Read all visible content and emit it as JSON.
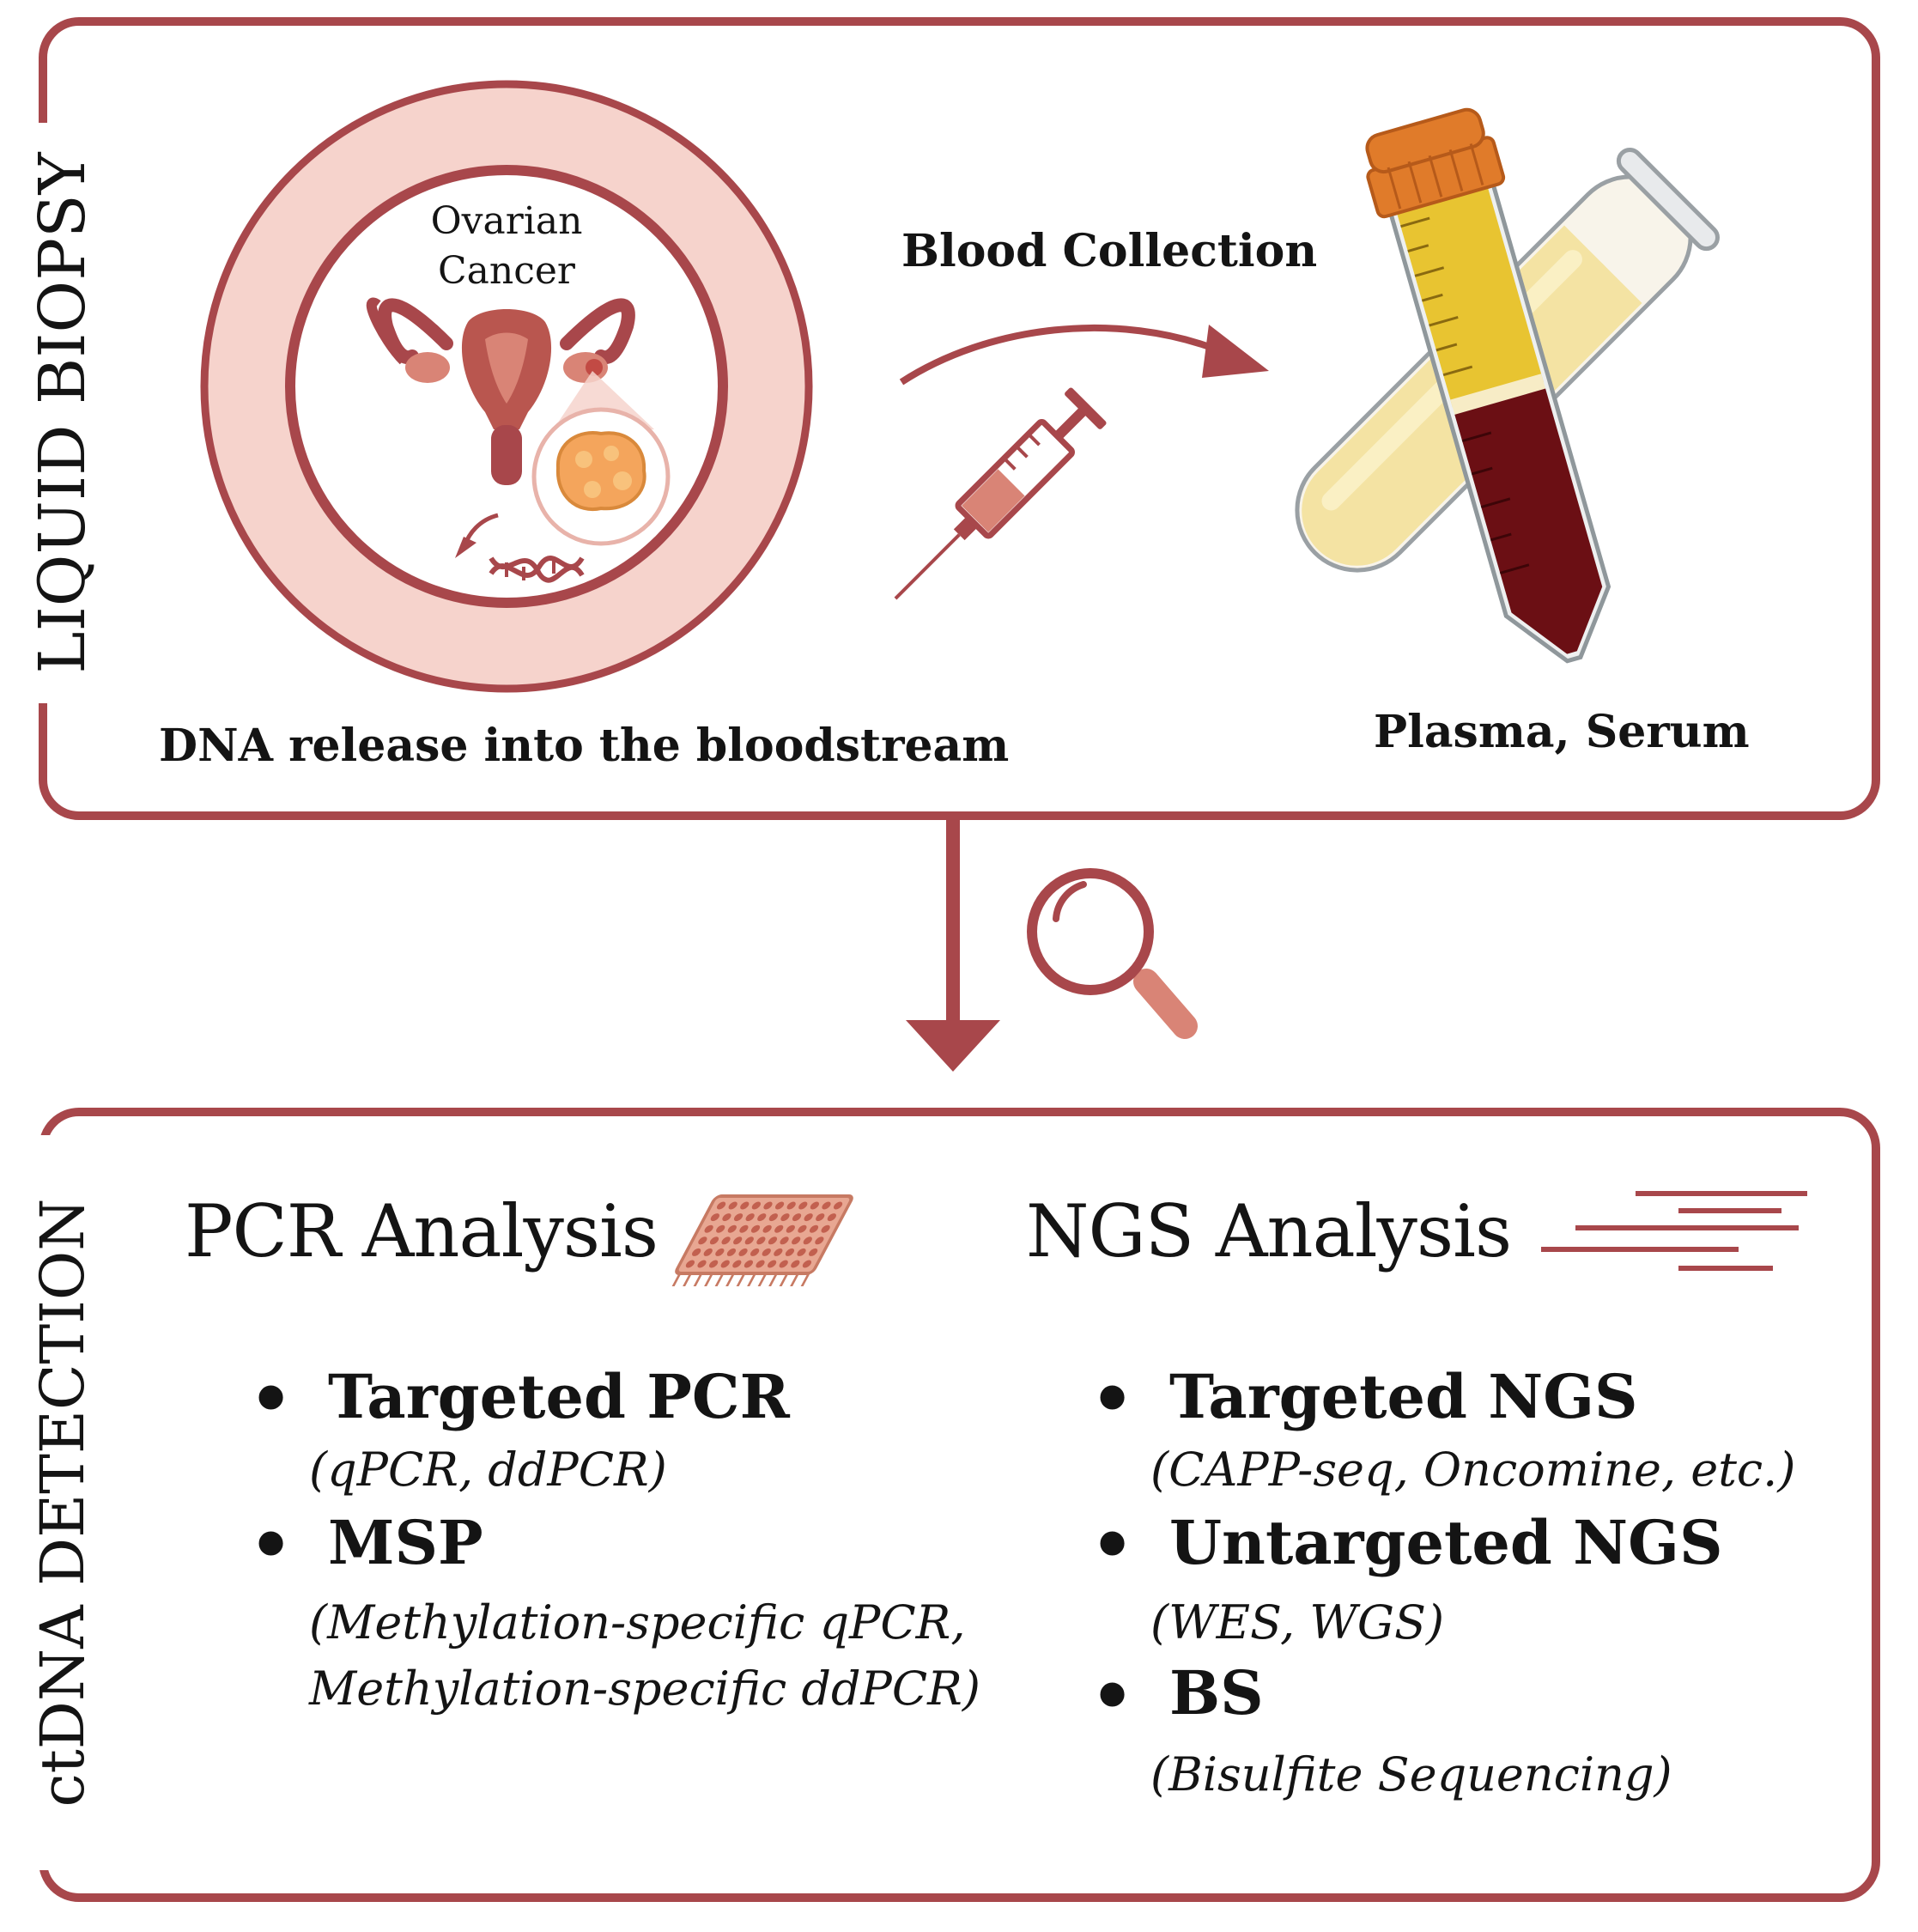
{
  "panels": {
    "liquid_biopsy": {
      "side_label": "LIQUID BIOPSY",
      "cancer_label_line1": "Ovarian",
      "cancer_label_line2": "Cancer",
      "dna_release": "DNA release into the bloodstream",
      "blood_collection": "Blood Collection",
      "sample_label": "Plasma, Serum"
    },
    "ctdna_detection": {
      "side_label": "ctDNA DETECTION",
      "pcr": {
        "heading": "PCR Analysis",
        "items": [
          {
            "bullet": "•",
            "title": "Targeted PCR",
            "detail_line1": "(qPCR, ddPCR)",
            "detail_line2": ""
          },
          {
            "bullet": "•",
            "title": "MSP",
            "detail_line1": "(Methylation-specific qPCR,",
            "detail_line2": "Methylation-specific ddPCR)"
          }
        ]
      },
      "ngs": {
        "heading": "NGS Analysis",
        "items": [
          {
            "bullet": "•",
            "title": "Targeted NGS",
            "detail_line1": "(CAPP-seq, Oncomine, etc.)"
          },
          {
            "bullet": "•",
            "title": "Untargeted NGS",
            "detail_line1": "(WES, WGS)"
          },
          {
            "bullet": "•",
            "title": "BS",
            "detail_line1": "(Bisulfite Sequencing)"
          }
        ]
      }
    }
  },
  "colors": {
    "frame": "#a8474b",
    "ring_fill": "#f6d3cc",
    "accent_light": "#d98476",
    "plasma": "#f4e3a3",
    "blood": "#6b0f14",
    "cap": "#e07b2a",
    "tube_yellow": "#e8c431"
  },
  "icons": [
    "uterus-icon",
    "tumor-icon",
    "dna-icon",
    "syringe-icon",
    "blood-tube-icon",
    "plasma-tube-icon",
    "magnifier-icon",
    "pcr-plate-icon",
    "ngs-reads-icon"
  ]
}
